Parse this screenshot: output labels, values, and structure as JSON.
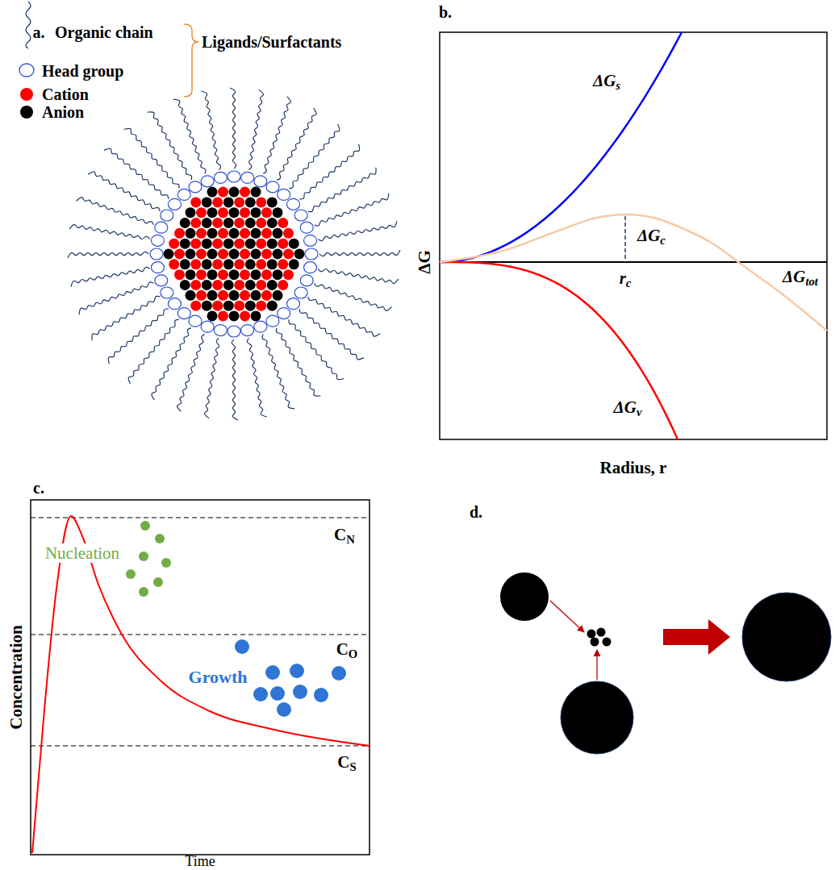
{
  "diagram": {
    "labels": [
      "a.",
      "Ligands/Surfactants",
      "b.",
      "ΔGs",
      "ΔGc",
      "rc",
      "ΔGtot",
      "ΔG",
      "ΔGv",
      "Radius, r",
      "c.",
      "CN",
      "Nucleation",
      "CO",
      "Growth",
      "CS",
      "Concentration",
      "Time",
      "d."
    ],
    "legend": [
      {
        "text": "Organic chain"
      },
      {
        "text": "Head group"
      },
      {
        "text": "Cation",
        "color": "#ff0000"
      },
      {
        "text": "Anion",
        "color": "#000000"
      }
    ]
  }
}
